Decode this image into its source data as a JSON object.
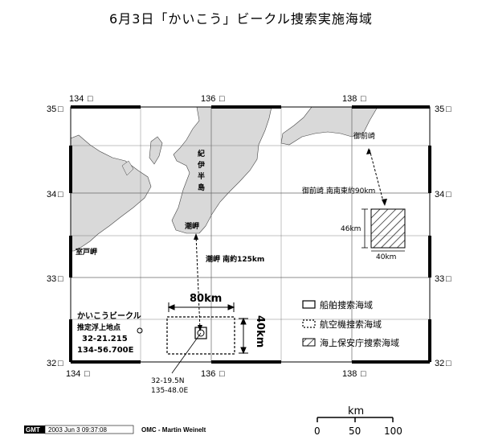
{
  "title": "6月3日「かいこう」ビークル捜索実施海域",
  "map": {
    "lon_ticks": [
      "134",
      "136",
      "138"
    ],
    "lat_ticks": [
      "35",
      "34",
      "33",
      "32"
    ],
    "degree_glyph": "□"
  },
  "places": {
    "kii_peninsula": [
      "紀",
      "伊",
      "半",
      "島"
    ],
    "shionomisaki": "潮岬",
    "muroto": "室戸岬",
    "omaezaki": "御前崎",
    "omaezaki_note": "御前崎 南南東約90km",
    "shio_note": "潮岬 南約125km"
  },
  "vehicle": {
    "name": "かいこうビークル",
    "label2": "推定浮上地点",
    "lat": "32-21.215",
    "lon": "134-56.700E",
    "pos_lat": "32-19.5N",
    "pos_lon": "135-48.0E"
  },
  "dims": {
    "width_label": "80km",
    "height_label": "40km",
    "kaiho_h": "46km",
    "kaiho_w": "40km"
  },
  "legend": [
    {
      "label": "船舶捜索海域"
    },
    {
      "label": "航空機捜索海域"
    },
    {
      "label": "海上保安庁捜索海域"
    }
  ],
  "footer": {
    "gmt": "GMT",
    "timestamp": "2003 Jun  3 09:37:08",
    "credit": "OMC - Martin Weinelt"
  },
  "scale": {
    "unit": "km",
    "labels": [
      "0",
      "50",
      "100"
    ]
  }
}
